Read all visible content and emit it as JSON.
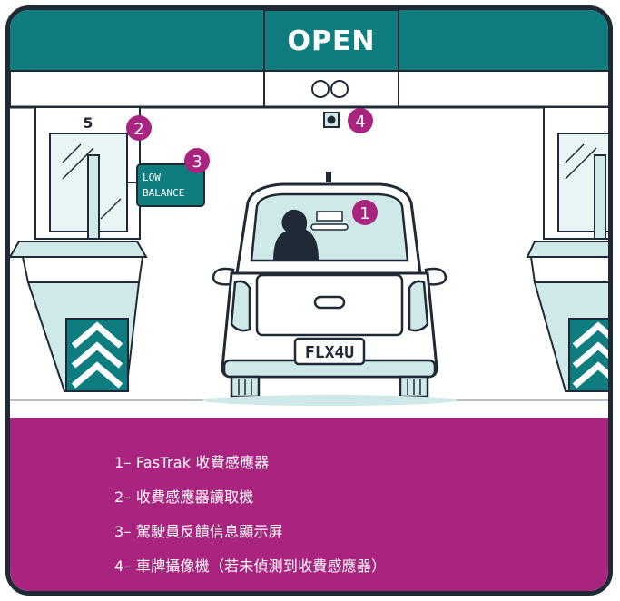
{
  "header": {
    "status_text": "OPEN"
  },
  "booth": {
    "number": "5"
  },
  "sign": {
    "line1": "LOW",
    "line2": "BALANCE"
  },
  "car": {
    "plate": "FLX4U"
  },
  "markers": [
    {
      "label": "1"
    },
    {
      "label": "2"
    },
    {
      "label": "3"
    },
    {
      "label": "4"
    }
  ],
  "legend": {
    "items": [
      "1– FasTrak 收費感應器",
      "2– 收費感應器讀取機",
      "3– 駕駛員反饋信息顯示屏",
      "4– 車牌攝像機（若未偵測到收費感應器）"
    ]
  },
  "colors": {
    "teal": "#0f7d80",
    "magenta": "#a8247e",
    "outline": "#1f2a36",
    "light_teal": "#cfe9e8"
  }
}
